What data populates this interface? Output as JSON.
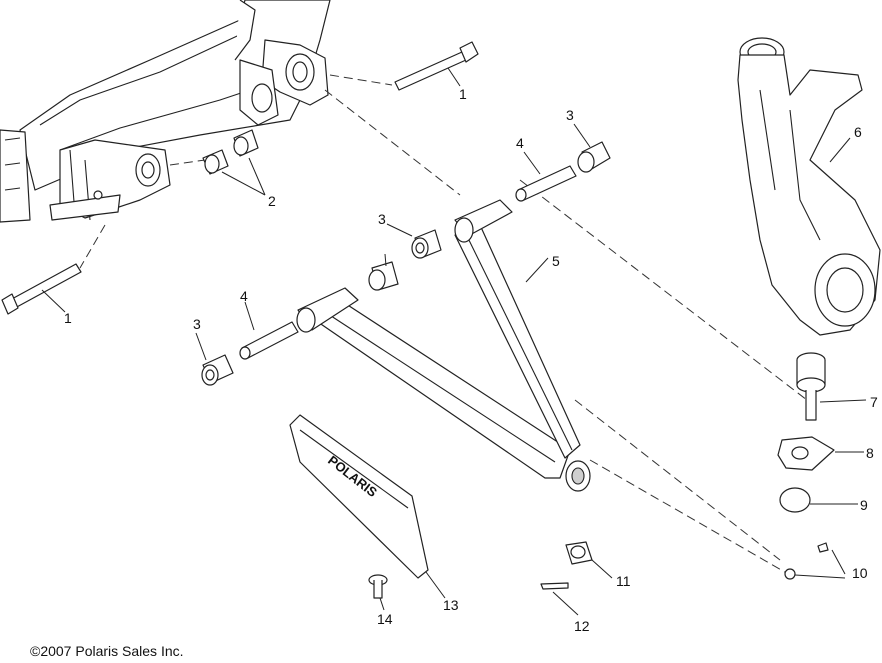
{
  "diagram": {
    "labels": {
      "l1a": "1",
      "l1b": "1",
      "l2": "2",
      "l3a": "3",
      "l3b": "3",
      "l3c": "3",
      "l4a": "4",
      "l4b": "4",
      "l5": "5",
      "l6": "6",
      "l7": "7",
      "l8": "8",
      "l9": "9",
      "l10": "10",
      "l11": "11",
      "l12": "12",
      "l13": "13",
      "l14": "14"
    },
    "guard_logo": "POLARIS",
    "copyright": "©2007 Polaris Sales Inc."
  }
}
